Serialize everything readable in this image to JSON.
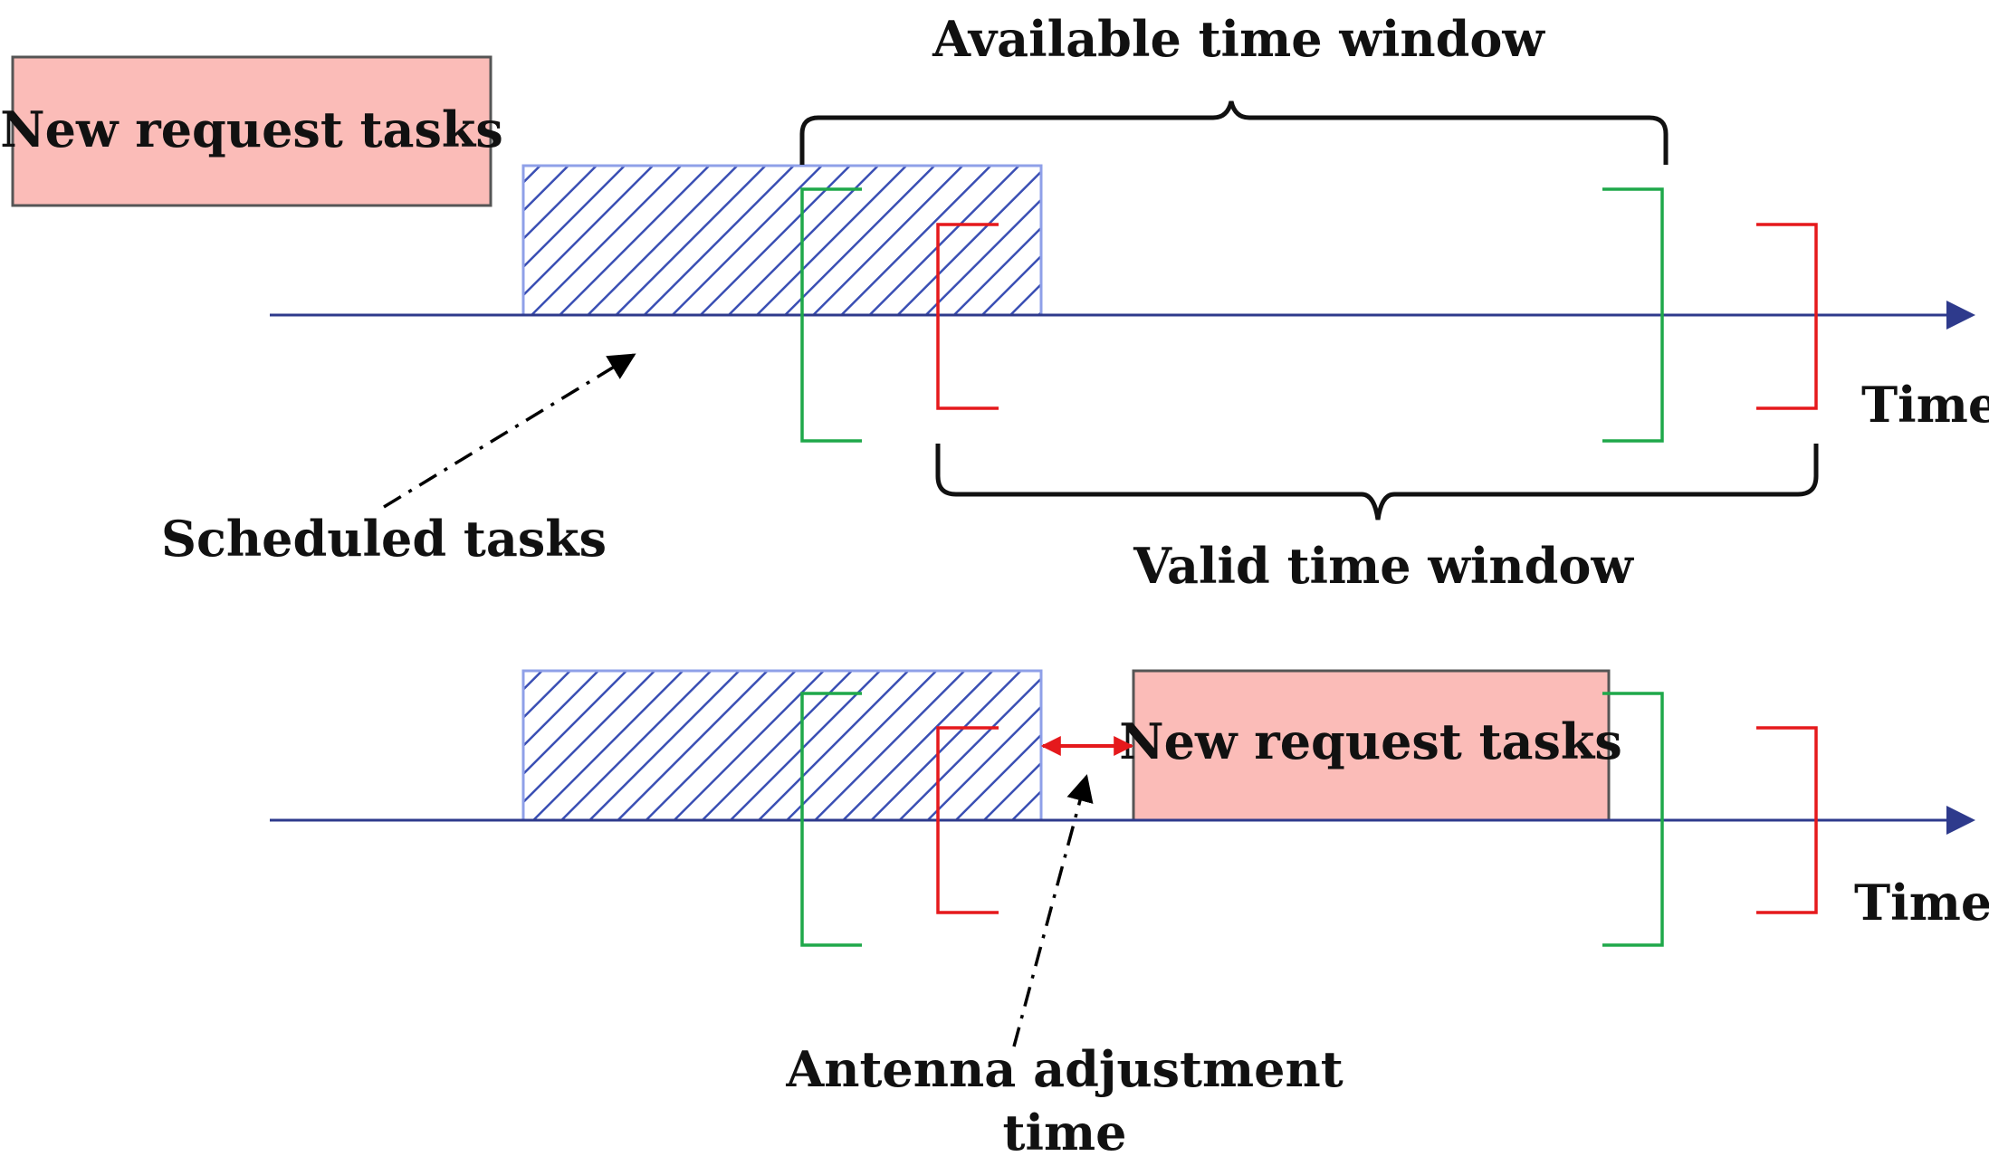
{
  "labels": {
    "new_request_top": "New request tasks",
    "new_request_bottom": "New request tasks",
    "available_window": "Available time window",
    "valid_window": "Valid time window",
    "scheduled_tasks": "Scheduled tasks",
    "time_top": "Time",
    "time_bottom": "Time",
    "antenna_line1": "Antenna adjustment",
    "antenna_line2": "time"
  },
  "colors": {
    "axis": "#2e3a8c",
    "scheduled_hatch": "#3a4fb4",
    "scheduled_border": "#8fa0e8",
    "request_fill": "#fbbcb8",
    "request_border": "#555555",
    "available_bracket": "#1fa84a",
    "valid_bracket": "#e5191c",
    "adjust_arrow": "#e5191c",
    "brace": "#111111"
  }
}
